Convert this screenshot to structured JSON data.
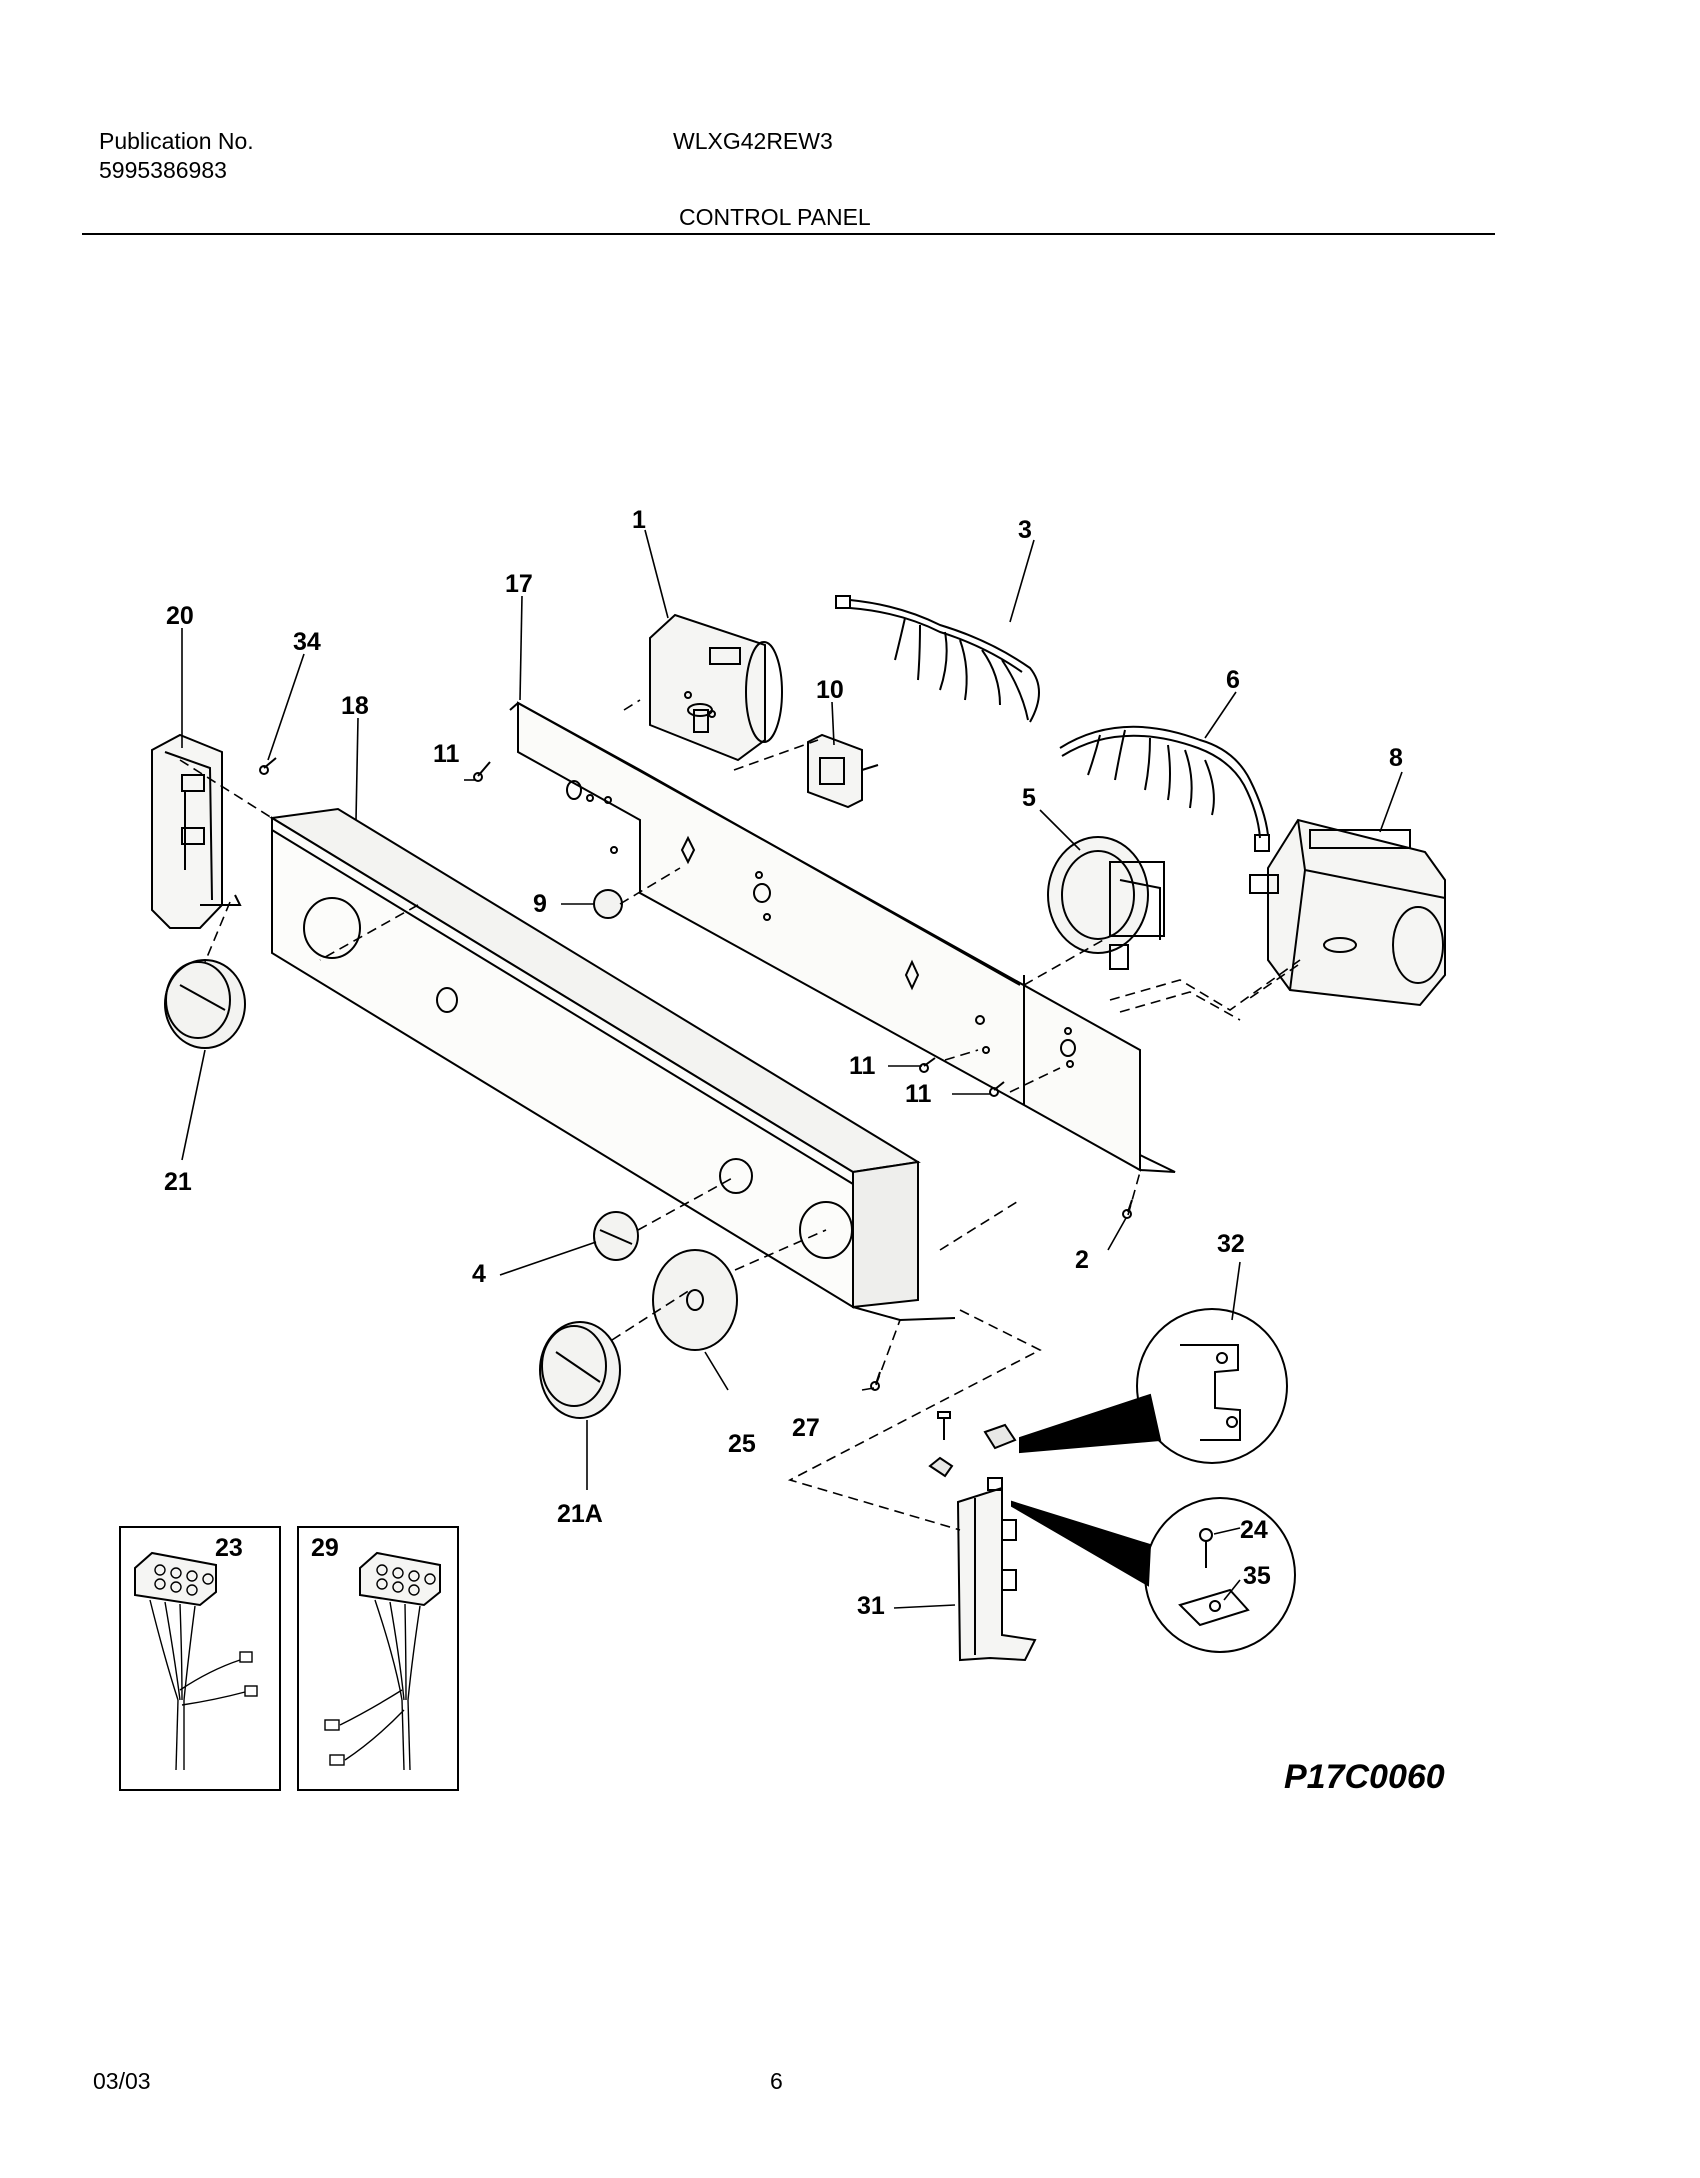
{
  "header": {
    "publication_label": "Publication No.",
    "publication_number": "5995386983",
    "model": "WLXG42REW3",
    "section_title": "CONTROL PANEL"
  },
  "diagram": {
    "callouts": [
      "1",
      "3",
      "17",
      "20",
      "34",
      "10",
      "18",
      "6",
      "11",
      "8",
      "5",
      "9",
      "11",
      "11",
      "21",
      "2",
      "32",
      "4",
      "27",
      "25",
      "21A",
      "23",
      "29",
      "24",
      "35",
      "31"
    ],
    "drawing_code": "P17C0060"
  },
  "footer": {
    "date": "03/03",
    "page": "6"
  }
}
